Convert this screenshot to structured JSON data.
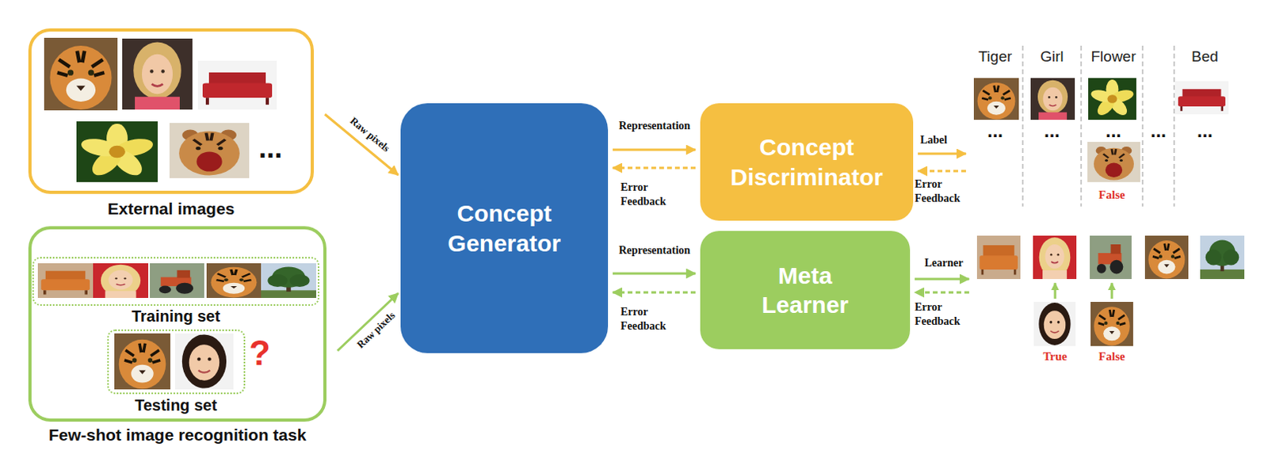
{
  "diagram": {
    "nodes": [
      {
        "text": [
          "...",
          "External images"
        ]
      },
      {
        "text": [
          "Few-shot image recognition task"
        ]
      },
      {
        "text": [
          "Training set"
        ],
        "in": 1
      },
      {
        "text": [
          "?",
          "Testing set"
        ],
        "in": 1
      },
      {
        "text": [
          "Concept Generator"
        ]
      },
      {
        "text": [
          "Concept Discriminator"
        ]
      },
      {
        "text": [
          "Meta Learner"
        ]
      },
      {
        "text": [
          "Tiger",
          "Girl",
          "Flower",
          "Bed",
          "...",
          "...",
          "...",
          "...",
          "...",
          "False"
        ]
      },
      {
        "text": [
          "True",
          "False"
        ]
      }
    ],
    "edges": [
      {
        "from": 0,
        "to": 4,
        "label": "Raw pixels",
        "arrow": "to"
      },
      {
        "from": 1,
        "to": 4,
        "label": "Raw pixels",
        "arrow": "to"
      },
      {
        "from": 4,
        "to": 5,
        "label": "Representation",
        "arrow": "to"
      },
      {
        "from": 5,
        "to": 4,
        "label": "Error Feedback",
        "arrow": "to"
      },
      {
        "from": 4,
        "to": 6,
        "label": "Representation",
        "arrow": "to"
      },
      {
        "from": 6,
        "to": 4,
        "label": "Error Feedback",
        "arrow": "to"
      },
      {
        "from": 5,
        "to": 7,
        "label": "Label",
        "arrow": "to"
      },
      {
        "from": 7,
        "to": 5,
        "label": "Error Feedback",
        "arrow": "to"
      },
      {
        "from": 6,
        "to": 8,
        "label": "Learner",
        "arrow": "to"
      },
      {
        "from": 8,
        "to": 6,
        "label": "Error Feedback",
        "arrow": "to"
      }
    ]
  }
}
